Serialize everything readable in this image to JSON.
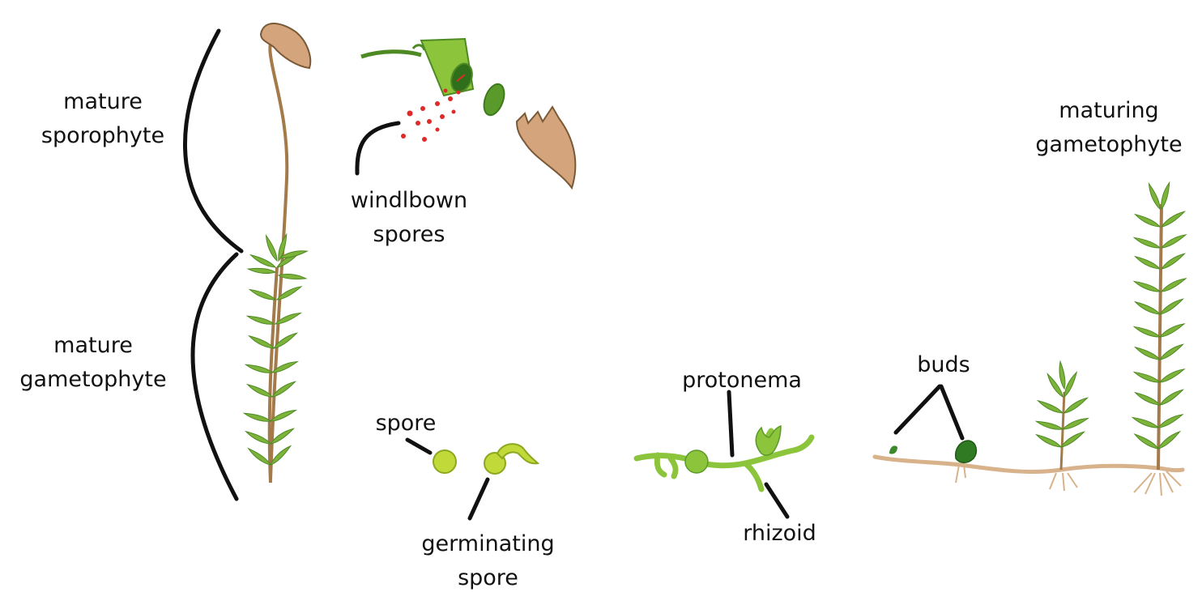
{
  "labels": {
    "mature_sporophyte": [
      "mature",
      "sporophyte"
    ],
    "mature_gametophyte": [
      "mature",
      "gametophyte"
    ],
    "windblown_spores": [
      "windlbown",
      "spores"
    ],
    "maturing_gametophyte": [
      "maturing",
      "gametophyte"
    ],
    "spore": "spore",
    "germinating_spore": [
      "germinating",
      "spore"
    ],
    "protonema": "protonema",
    "rhizoid": "rhizoid",
    "buds": "buds"
  },
  "colors": {
    "leaf_green": "#7db33a",
    "dark_green": "#4e8a24",
    "light_green": "#b7d84b",
    "capsule_tan": "#d4a57c",
    "stalk_brown": "#a57a4a",
    "spore_red": "#e02a2a",
    "line_black": "#111111"
  },
  "icons": [
    "moss-plant",
    "sporophyte-capsule",
    "capsule-lid",
    "operculum",
    "spore",
    "germinating-spore",
    "protonema",
    "bud",
    "young-gametophyte"
  ]
}
